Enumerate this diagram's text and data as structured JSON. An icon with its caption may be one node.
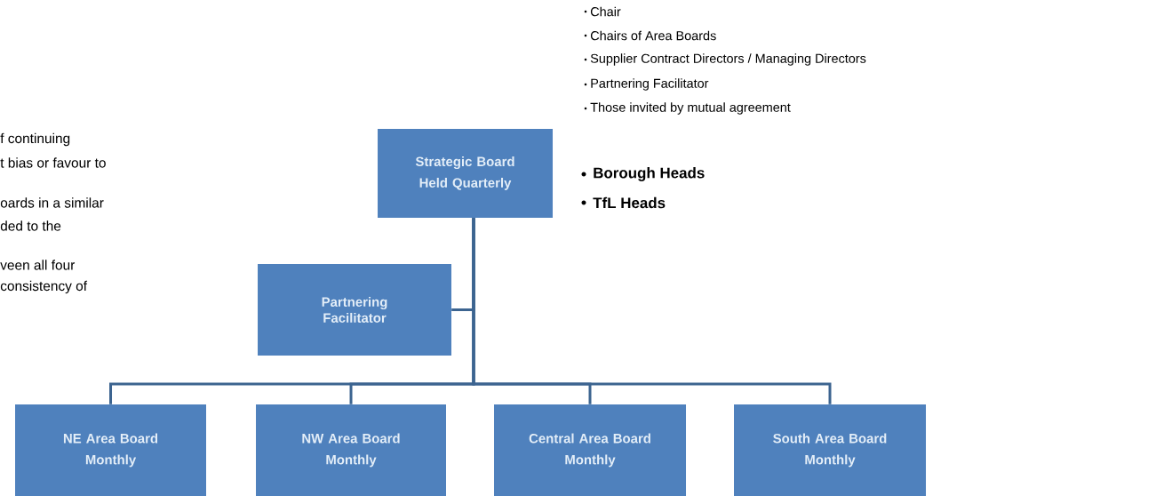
{
  "diagram": {
    "nodes": [
      {
        "text": [
          "Strategic Board",
          "Held Quarterly"
        ],
        "beside": [
          "Chair",
          "Chairs of Area Boards",
          "Supplier Contract Directors / Managing Directors",
          "Partnering Facilitator",
          "Those invited by mutual agreement",
          "Borough Heads",
          "TfL Heads"
        ]
      },
      {
        "text": [
          "Partnering Facilitator"
        ]
      },
      {
        "text": [
          "NE Area Board",
          "Monthly"
        ]
      },
      {
        "text": [
          "NW Area Board",
          "Monthly"
        ]
      },
      {
        "text": [
          "Central Area Board",
          "Monthly"
        ]
      },
      {
        "text": [
          "South Area Board",
          "Monthly"
        ]
      }
    ],
    "edges": [
      {
        "from": 0,
        "to": 1,
        "arrow": "none"
      },
      {
        "from": 0,
        "to": 2,
        "arrow": "none"
      },
      {
        "from": 0,
        "to": 3,
        "arrow": "none"
      },
      {
        "from": 0,
        "to": 4,
        "arrow": "none"
      },
      {
        "from": 0,
        "to": 5,
        "arrow": "none"
      }
    ],
    "labels": [
      "f continuing",
      "t bias or favour to",
      "oards in a similar",
      "ded to the",
      "veen all four",
      "consistency of"
    ]
  }
}
